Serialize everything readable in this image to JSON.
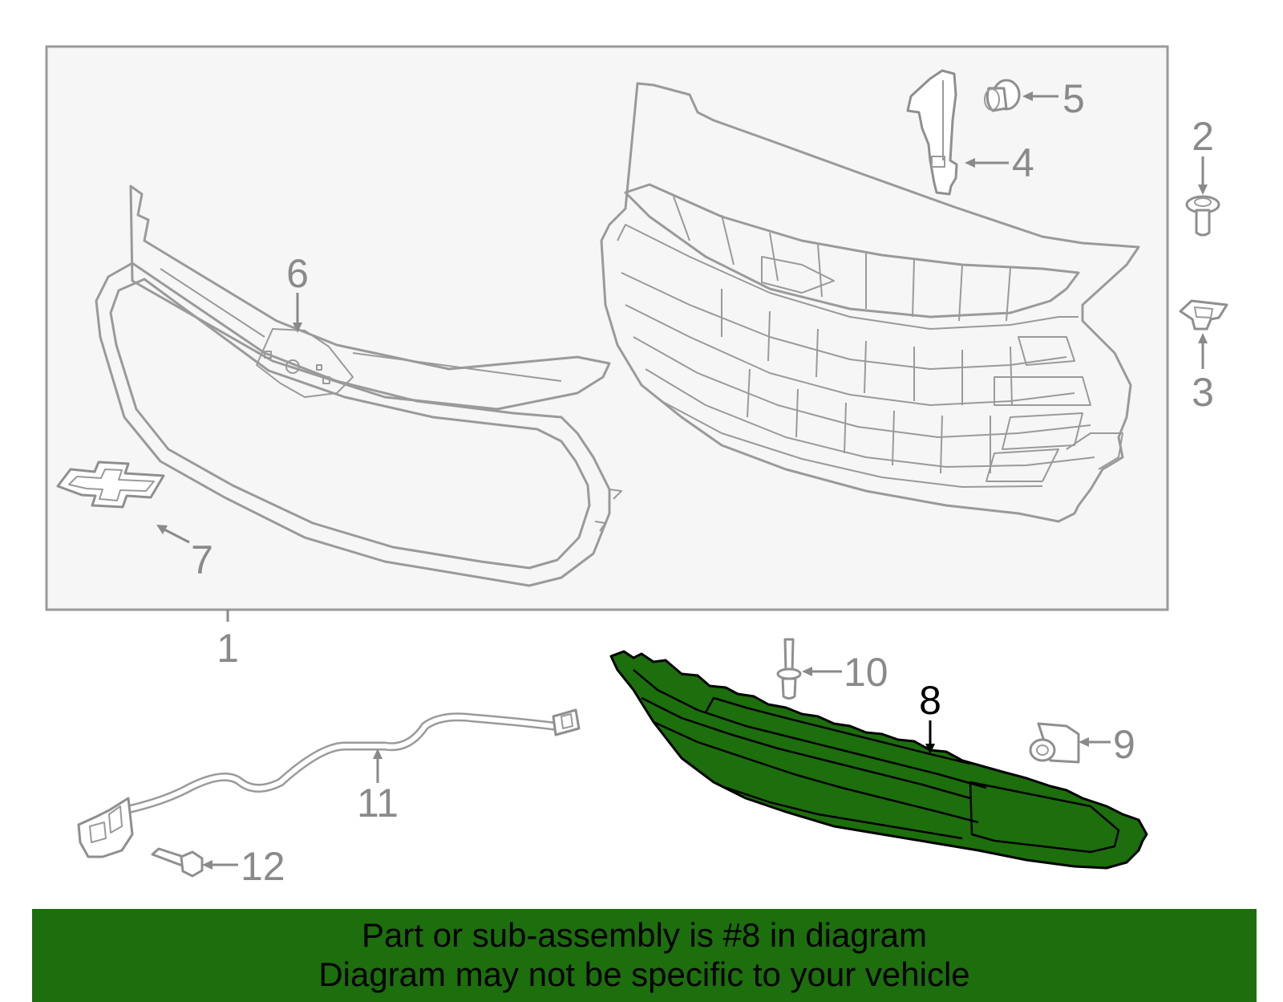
{
  "callouts": {
    "c1": "1",
    "c2": "2",
    "c3": "3",
    "c4": "4",
    "c5": "5",
    "c6": "6",
    "c7": "7",
    "c8": "8",
    "c9": "9",
    "c10": "10",
    "c11": "11",
    "c12": "12"
  },
  "highlight": {
    "part": "8",
    "color": "#1d6e0d"
  },
  "banner": {
    "line1": "Part or sub-assembly is #8 in diagram",
    "line2": "Diagram may not be specific to your vehicle"
  }
}
